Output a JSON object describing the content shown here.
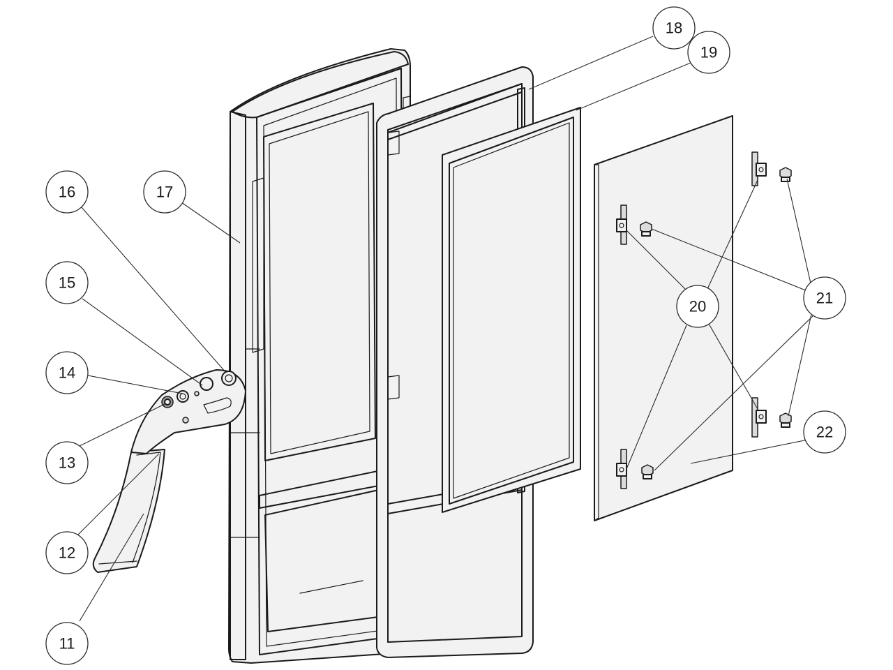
{
  "diagram": {
    "type": "exploded-parts-view",
    "callouts": [
      {
        "id": "c11",
        "label": "11"
      },
      {
        "id": "c12",
        "label": "12"
      },
      {
        "id": "c13",
        "label": "13"
      },
      {
        "id": "c14",
        "label": "14"
      },
      {
        "id": "c15",
        "label": "15"
      },
      {
        "id": "c16",
        "label": "16"
      },
      {
        "id": "c17",
        "label": "17"
      },
      {
        "id": "c18",
        "label": "18"
      },
      {
        "id": "c19",
        "label": "19"
      },
      {
        "id": "c20",
        "label": "20"
      },
      {
        "id": "c21",
        "label": "21"
      },
      {
        "id": "c22",
        "label": "22"
      }
    ]
  }
}
